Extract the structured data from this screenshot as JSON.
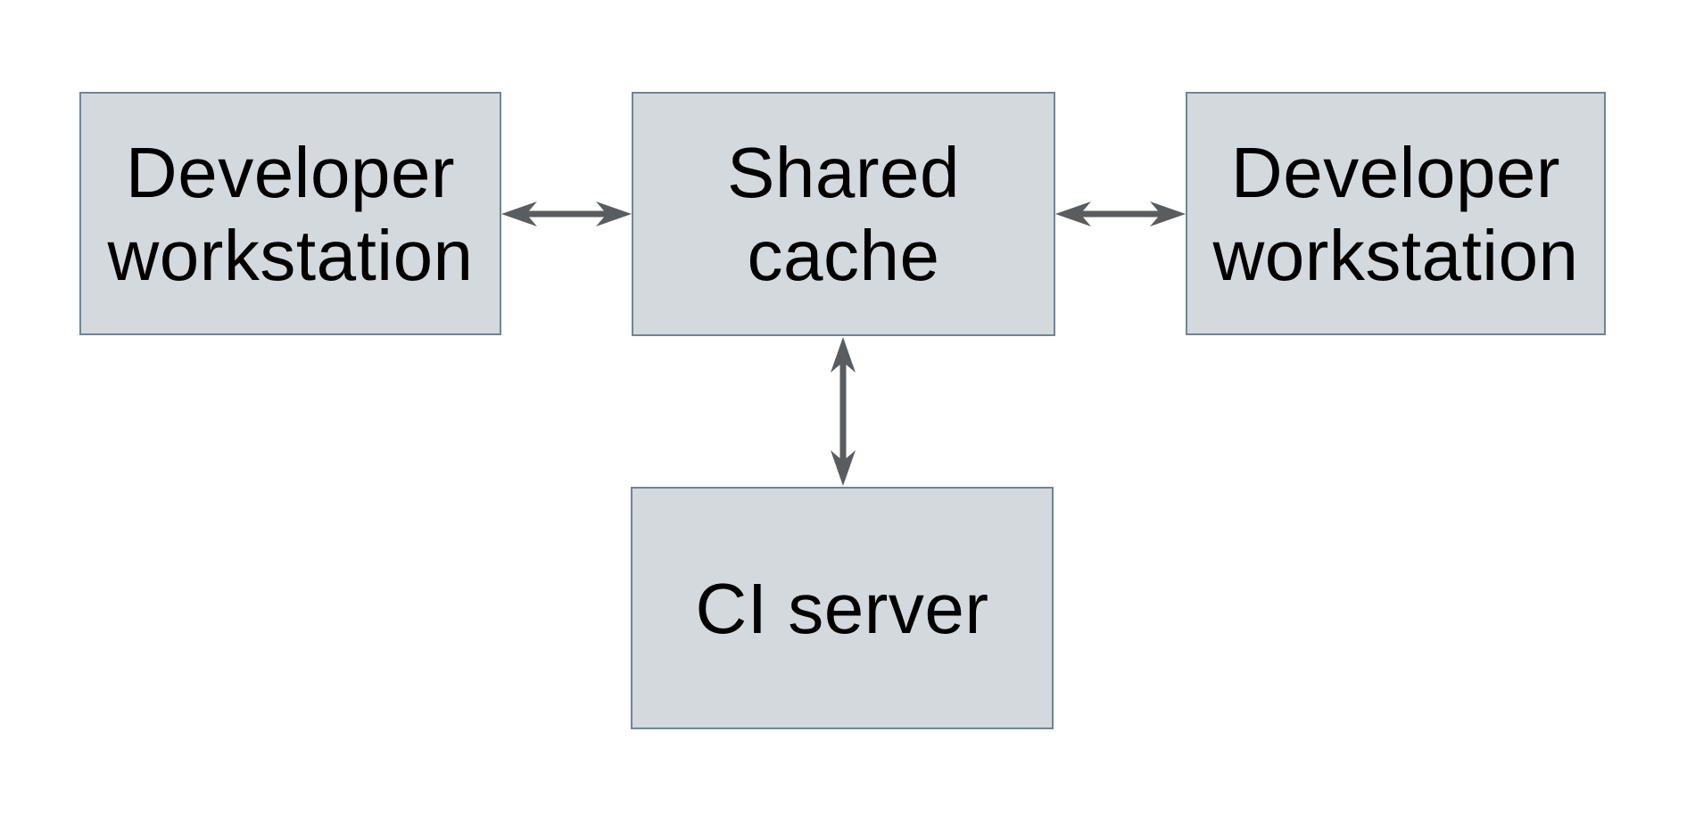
{
  "diagram": {
    "colors": {
      "node_fill": "#d3d9dc",
      "node_border": "#6e8694",
      "arrow": "#5a5d60",
      "text": "#000000",
      "background": "#ffffff"
    },
    "nodes": [
      {
        "id": "developer-workstation-left",
        "label": "Developer workstation",
        "lines": [
          "Developer",
          "workstation"
        ]
      },
      {
        "id": "shared-cache",
        "label": "Shared cache",
        "lines": [
          "Shared",
          "cache"
        ]
      },
      {
        "id": "developer-workstation-right",
        "label": "Developer workstation",
        "lines": [
          "Developer",
          "workstation"
        ]
      },
      {
        "id": "ci-server",
        "label": "CI server",
        "lines": [
          "CI server"
        ]
      }
    ],
    "edges": [
      {
        "from": "developer-workstation-left",
        "to": "shared-cache",
        "direction": "bidirectional"
      },
      {
        "from": "shared-cache",
        "to": "developer-workstation-right",
        "direction": "bidirectional"
      },
      {
        "from": "shared-cache",
        "to": "ci-server",
        "direction": "bidirectional"
      }
    ]
  }
}
